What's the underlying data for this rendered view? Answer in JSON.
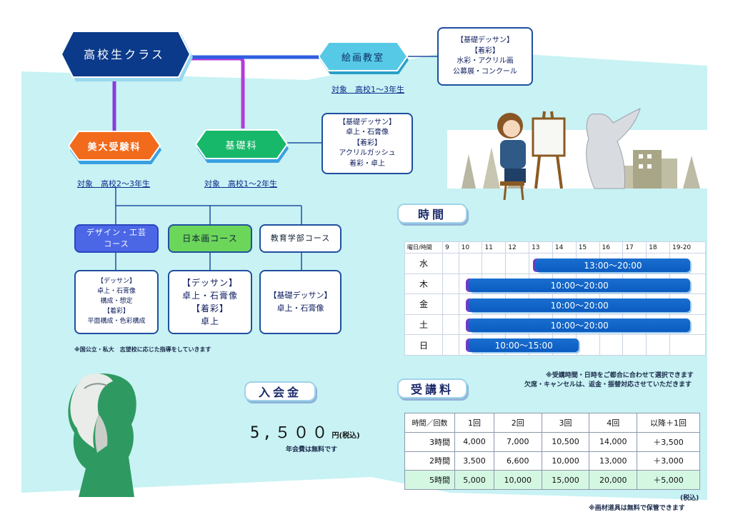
{
  "nodes": {
    "main": "高校生クラス",
    "kaiga": "絵画教室",
    "bidai": "美大受験科",
    "kiso": "基礎科"
  },
  "targets": {
    "kaiga": "対象　高校1～3年生",
    "bidai": "対象　高校2～3年生",
    "kiso": "対象　高校1～2年生"
  },
  "info_kaiga": [
    "【基礎デッサン】",
    "【着彩】",
    "水彩・アクリル画",
    "公募展・コンクール"
  ],
  "info_kiso": [
    "【基礎デッサン】",
    "卓上・石膏像",
    "【着彩】",
    "アクリルガッシュ",
    "着彩・卓上"
  ],
  "courses": [
    {
      "label": "デザイン・工芸\nコース",
      "details": [
        "【デッサン】",
        "卓上・石膏像",
        "構成・想定",
        "【着彩】",
        "平面構成・色彩構成"
      ]
    },
    {
      "label": "日本画コース",
      "details": [
        "【デッサン】",
        "卓上・石膏像",
        "【着彩】",
        "卓上"
      ]
    },
    {
      "label": "教育学部コース",
      "details": [
        "【基礎デッサン】",
        "卓上・石膏像"
      ]
    }
  ],
  "course_note": "※国公立・私大　志望校に応じた指導をしていきます",
  "schedule": {
    "title": "時間",
    "corner": "曜日/時間",
    "hours": [
      "9",
      "10",
      "11",
      "12",
      "13",
      "14",
      "15",
      "16",
      "17",
      "18",
      "19-20"
    ],
    "days": [
      {
        "day": "水",
        "time": "13:00～20:00",
        "start": 13,
        "end": 20
      },
      {
        "day": "木",
        "time": "10:00～20:00",
        "start": 10,
        "end": 20
      },
      {
        "day": "金",
        "time": "10:00～20:00",
        "start": 10,
        "end": 20
      },
      {
        "day": "土",
        "time": "10:00～20:00",
        "start": 10,
        "end": 20
      },
      {
        "day": "日",
        "time": "10:00～15:00",
        "start": 10,
        "end": 15
      }
    ],
    "note1": "※受講時間・日時をご都合に合わせて選択できます",
    "note2": "欠席・キャンセルは、返金・振替対応させていただきます"
  },
  "admission": {
    "title": "入会金",
    "amount": "5,５００",
    "unit": "円(税込)",
    "note": "年会費は無料です"
  },
  "fee": {
    "title": "受講料",
    "header": [
      "時間／回数",
      "1回",
      "2回",
      "3回",
      "4回",
      "以降＋1回"
    ],
    "rows": [
      [
        "3時間",
        "4,000",
        "7,000",
        "10,500",
        "14,000",
        "＋3,500"
      ],
      [
        "2時間",
        "3,500",
        "6,600",
        "10,000",
        "13,000",
        "＋3,000"
      ],
      [
        "5時間",
        "5,000",
        "10,000",
        "15,000",
        "20,000",
        "＋5,000"
      ]
    ],
    "tax": "(税込)",
    "note": "※画材道具は無料で保管できます"
  },
  "colors": {
    "background_band": "#c8f2f4",
    "main_node": "#0b3a8a",
    "kaiga_node": "#56c9e6",
    "bidai_node": "#f26a1b",
    "kiso_node": "#18b86a",
    "course_design": "#4b67e6",
    "course_nihonga": "#6bd65a"
  }
}
